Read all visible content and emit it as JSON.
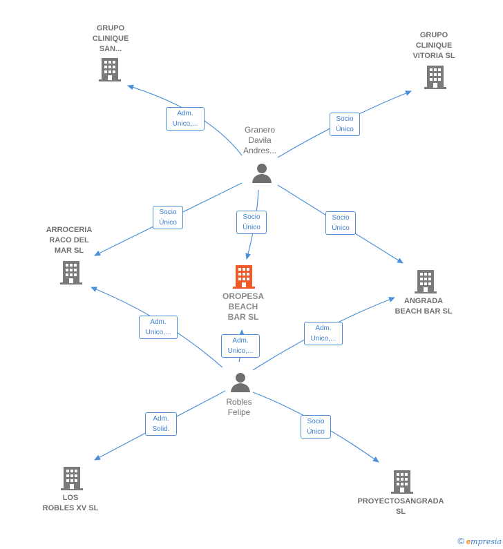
{
  "colors": {
    "edge": "#4a90d9",
    "building": "#7a7a7a",
    "focus_building": "#f05a28",
    "person": "#6f6f6f"
  },
  "nodes": {
    "grupo_clinique_san": {
      "label": "GRUPO\nCLINIQUE\nSAN...",
      "kind": "company"
    },
    "grupo_clinique_vitoria": {
      "label": "GRUPO\nCLINIQUE\nVITORIA  SL",
      "kind": "company"
    },
    "granero_davila": {
      "label": "Granero\nDavila\nAndres...",
      "kind": "person"
    },
    "arroceria_raco": {
      "label": "ARROCERIA\nRACO DEL\nMAR  SL",
      "kind": "company"
    },
    "oropesa_beach": {
      "label": "OROPESA\nBEACH\nBAR  SL",
      "kind": "focus"
    },
    "angrada_beach": {
      "label": "ANGRADA\nBEACH BAR  SL",
      "kind": "company"
    },
    "robles_felipe": {
      "label": "Robles\nFelipe",
      "kind": "person"
    },
    "los_robles": {
      "label": "LOS\nROBLES XV  SL",
      "kind": "company"
    },
    "proyectosangrada": {
      "label": "PROYECTOSANGRADA\nSL",
      "kind": "company"
    }
  },
  "relations": {
    "granero_to_san": "Adm.\nUnico,...",
    "granero_to_vitoria": "Socio\nÚnico",
    "granero_to_arroceria": "Socio\nÚnico",
    "granero_to_oropesa": "Socio\nÚnico",
    "granero_to_angrada": "Socio\nÚnico",
    "robles_to_arroceria": "Adm.\nUnico,...",
    "robles_to_oropesa": "Adm.\nUnico,...",
    "robles_to_angrada": "Adm.\nUnico,...",
    "robles_to_losrobles": "Adm.\nSolid.",
    "robles_to_proyectos": "Socio\nÚnico"
  },
  "footer": {
    "copyright": "©",
    "brand_initial": "e",
    "brand_rest": "mpresia"
  }
}
